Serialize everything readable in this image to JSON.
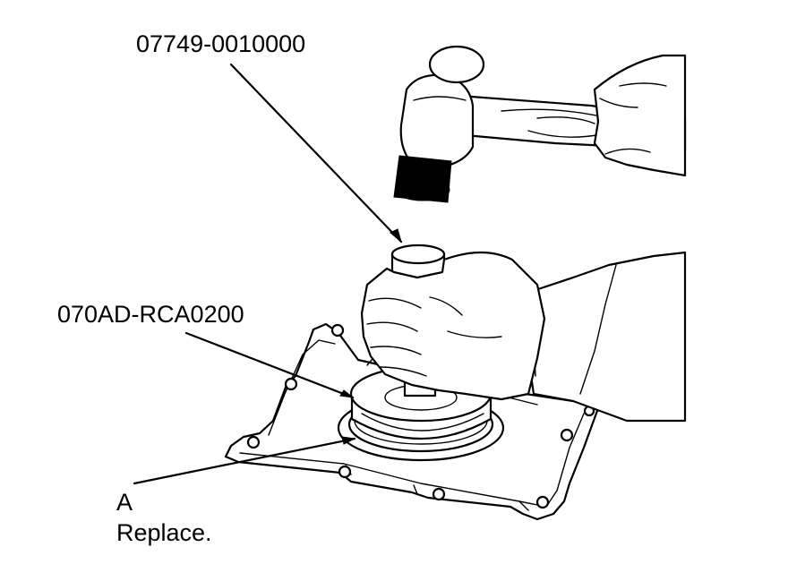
{
  "labels": {
    "tool_driver": "07749-0010000",
    "tool_attachment": "070AD-RCA0200",
    "part_letter": "A",
    "part_note": "Replace."
  }
}
